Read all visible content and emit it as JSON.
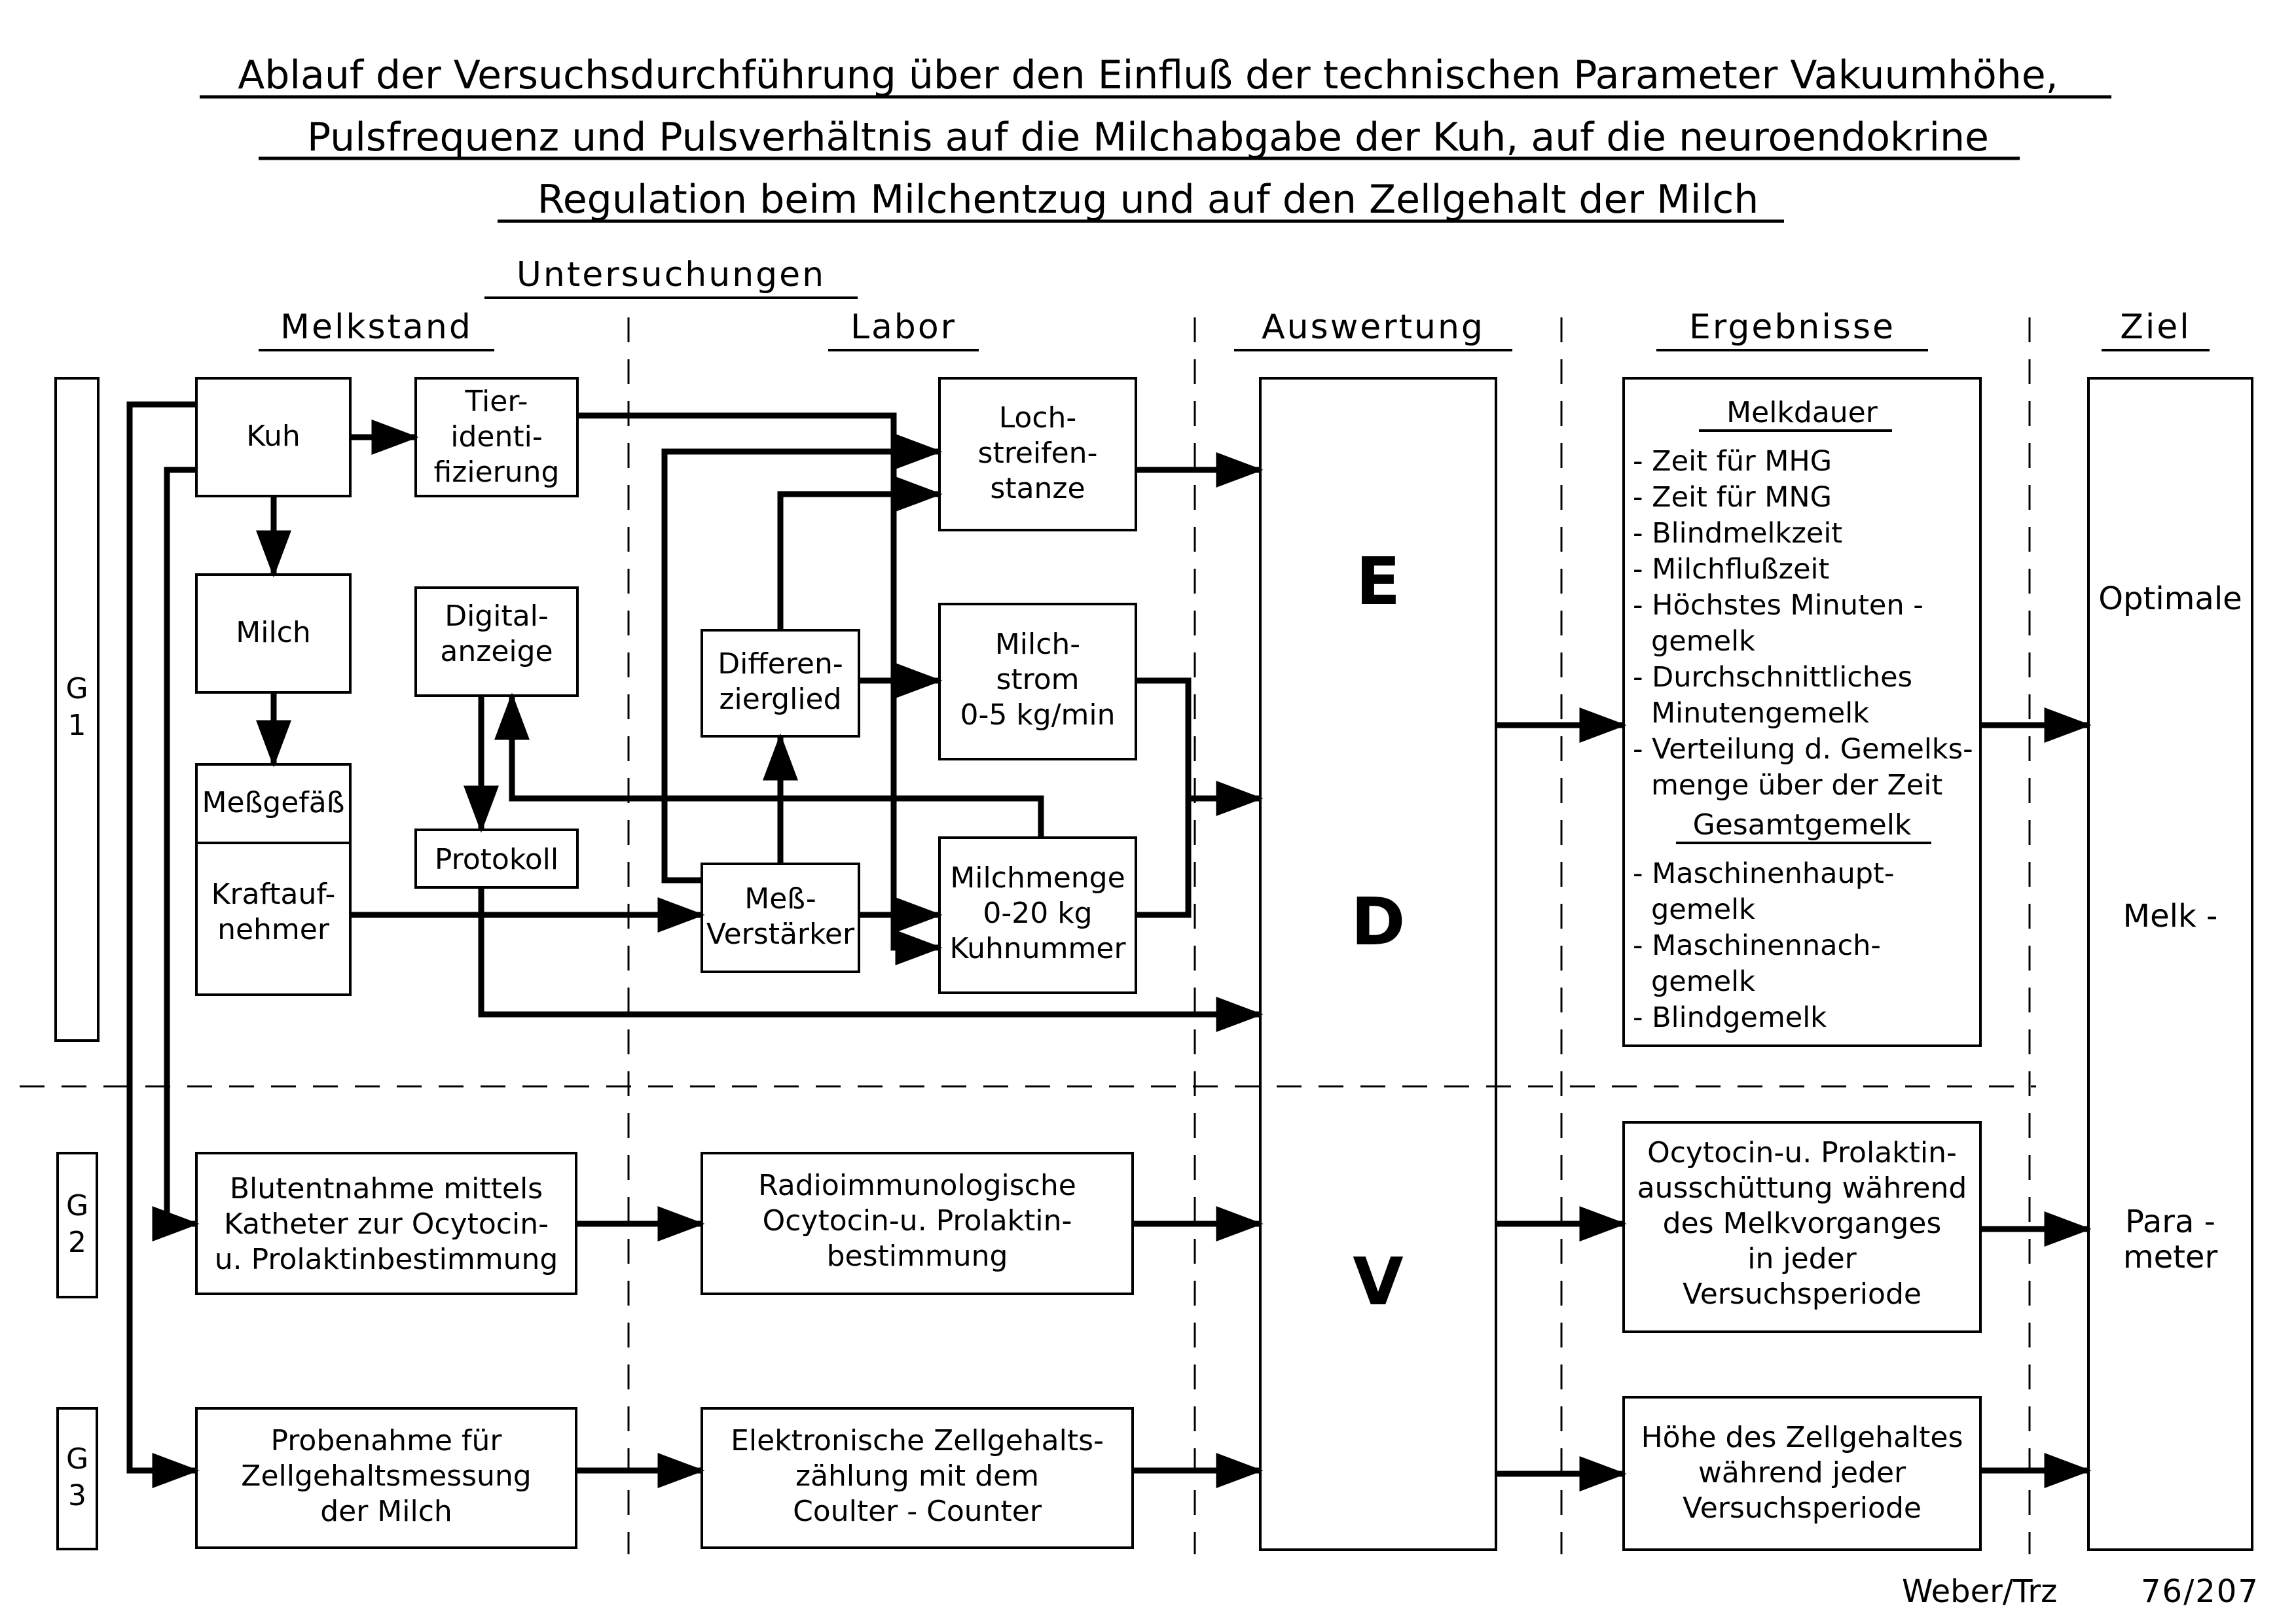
{
  "title": {
    "line1": "Ablauf der Versuchsdurchführung über den Einfluß der technischen Parameter Vakuumhöhe,",
    "line2": "Pulsfrequenz und Pulsverhältnis auf die Milchabgabe der Kuh, auf die neuroendokrine",
    "line3": "Regulation beim Milchentzug und auf den Zellgehalt der Milch"
  },
  "headers": {
    "untersuchungen": "Untersuchungen",
    "melkstand": "Melkstand",
    "labor": "Labor",
    "auswertung": "Auswertung",
    "ergebnisse": "Ergebnisse",
    "ziel": "Ziel"
  },
  "groups": {
    "g1": [
      "G",
      "1"
    ],
    "g2": [
      "G",
      "2"
    ],
    "g3": [
      "G",
      "3"
    ]
  },
  "boxes": {
    "kuh": "Kuh",
    "tier": [
      "Tier-",
      "identi-",
      "fizierung"
    ],
    "milch": "Milch",
    "messgefaess": "Meßgefäß",
    "kraft": [
      "Kraftauf-",
      "nehmer"
    ],
    "digital": [
      "Digital-",
      "anzeige"
    ],
    "protokoll": "Protokoll",
    "loch": [
      "Loch-",
      "streifen-",
      "stanze"
    ],
    "differen": [
      "Differen-",
      "zierglied"
    ],
    "milchstrom": [
      "Milch-",
      "strom",
      "0-5 kg/min"
    ],
    "messverst": [
      "Meß-",
      "Verstärker"
    ],
    "milchmenge": [
      "Milchmenge",
      "0-20 kg",
      "Kuhnummer"
    ],
    "blut": [
      "Blutentnahme mittels",
      "Katheter zur Ocytocin-",
      "u. Prolaktinbestimmung"
    ],
    "radio": [
      "Radioimmunologische",
      "Ocytocin-u. Prolaktin-",
      "bestimmung"
    ],
    "probe": [
      "Probenahme für",
      "Zellgehaltsmessung",
      "der Milch"
    ],
    "elektro": [
      "Elektronische Zellgehalts-",
      "zählung mit dem",
      "Coulter - Counter"
    ]
  },
  "edv": [
    "E",
    "D",
    "V"
  ],
  "results": {
    "melkdauer_title": "Melkdauer",
    "melkdauer_items": [
      "- Zeit für MHG",
      "- Zeit für MNG",
      "- Blindmelkzeit",
      "- Milchflußzeit",
      "- Höchstes Minuten -",
      "  gemelk",
      "- Durchschnittliches",
      "  Minutengemelk",
      "- Verteilung d. Gemelks-",
      "  menge über der Zeit"
    ],
    "gesamt_title": "Gesamtgemelk",
    "gesamt_items": [
      "- Maschinenhaupt-",
      "  gemelk",
      "- Maschinennach-",
      "  gemelk",
      "- Blindgemelk"
    ],
    "ocytocin": [
      "Ocytocin-u. Prolaktin-",
      "ausschüttung während",
      "des Melkvorganges",
      "in jeder",
      "Versuchsperiode"
    ],
    "zellgehalt": [
      "Höhe des Zellgehaltes",
      "während jeder",
      "Versuchsperiode"
    ]
  },
  "ziel": {
    "optimale": "Optimale",
    "melk": "Melk -",
    "para": "Para -",
    "meter": "meter"
  },
  "footer": {
    "author": "Weber/Trz",
    "number": "76/207"
  }
}
